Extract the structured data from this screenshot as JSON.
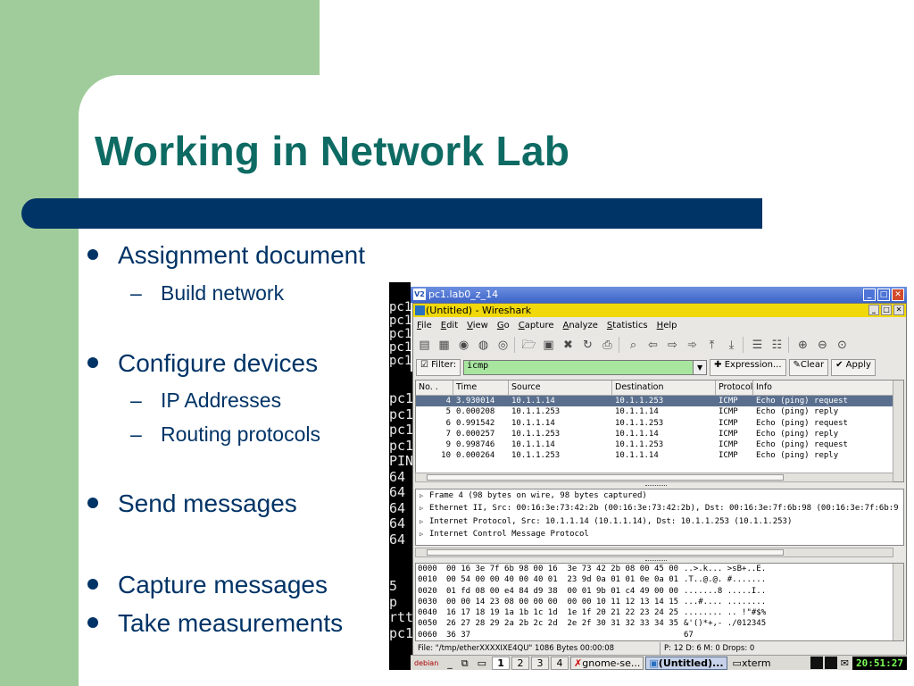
{
  "slide": {
    "title": "Working in Network Lab",
    "bullets": [
      {
        "text": "Assignment document",
        "subs": [
          "Build network"
        ]
      },
      {
        "text": "Configure devices",
        "subs": [
          "IP Addresses",
          "Routing protocols"
        ]
      },
      {
        "text": "Send messages",
        "subs": []
      },
      {
        "text": "Capture messages",
        "subs": []
      },
      {
        "text": "Take measurements",
        "subs": []
      }
    ],
    "colors": {
      "accent": "#0e6b63",
      "bar": "#003366",
      "strip": "#9fcc9a"
    }
  },
  "terminal_back": {
    "lines": [
      "pc1",
      "pc1",
      "pc1",
      "pc1",
      "pc1"
    ]
  },
  "terminal_front": {
    "lines": [
      "pc1",
      "pc1",
      "pc1",
      "pc1",
      "PIN",
      "64",
      "64",
      "64",
      "64",
      "64",
      "",
      "",
      "5 p",
      "rtt",
      "pc1"
    ]
  },
  "outer_window": {
    "title": "pc1.lab0_z_14",
    "icon": "vnc-icon"
  },
  "wireshark": {
    "title": "(Untitled) - Wireshark",
    "menu": [
      "File",
      "Edit",
      "View",
      "Go",
      "Capture",
      "Analyze",
      "Statistics",
      "Help"
    ],
    "toolbar_icons": [
      "interfaces-icon",
      "options-icon",
      "start-icon",
      "stop-icon",
      "restart-icon",
      "open-icon",
      "save-icon",
      "close-file-icon",
      "reload-icon",
      "print-icon",
      "find-icon",
      "back-icon",
      "forward-icon",
      "goto-icon",
      "first-icon",
      "last-icon",
      "colorize-icon",
      "autoscroll-icon",
      "zoom-in-icon",
      "zoom-out-icon",
      "zoom-normal-icon"
    ],
    "filter": {
      "label": "Filter:",
      "value": "icmp",
      "expression": "Expression...",
      "clear": "Clear",
      "apply": "Apply"
    },
    "columns": [
      "No. .",
      "Time",
      "Source",
      "Destination",
      "Protocol",
      "Info"
    ],
    "packets": [
      {
        "no": "4",
        "time": "3.930014",
        "src": "10.1.1.14",
        "dst": "10.1.1.253",
        "proto": "ICMP",
        "info": "Echo (ping) request",
        "selected": true
      },
      {
        "no": "5",
        "time": "0.000208",
        "src": "10.1.1.253",
        "dst": "10.1.1.14",
        "proto": "ICMP",
        "info": "Echo (ping) reply",
        "selected": false
      },
      {
        "no": "6",
        "time": "0.991542",
        "src": "10.1.1.14",
        "dst": "10.1.1.253",
        "proto": "ICMP",
        "info": "Echo (ping) request",
        "selected": false
      },
      {
        "no": "7",
        "time": "0.000257",
        "src": "10.1.1.253",
        "dst": "10.1.1.14",
        "proto": "ICMP",
        "info": "Echo (ping) reply",
        "selected": false
      },
      {
        "no": "9",
        "time": "0.998746",
        "src": "10.1.1.14",
        "dst": "10.1.1.253",
        "proto": "ICMP",
        "info": "Echo (ping) request",
        "selected": false
      },
      {
        "no": "10",
        "time": "0.000264",
        "src": "10.1.1.253",
        "dst": "10.1.1.14",
        "proto": "ICMP",
        "info": "Echo (ping) reply",
        "selected": false
      }
    ],
    "details": [
      "Frame 4 (98 bytes on wire, 98 bytes captured)",
      "Ethernet II, Src: 00:16:3e:73:42:2b (00:16:3e:73:42:2b), Dst: 00:16:3e:7f:6b:98 (00:16:3e:7f:6b:9",
      "Internet Protocol, Src: 10.1.1.14 (10.1.1.14), Dst: 10.1.1.253 (10.1.1.253)",
      "Internet Control Message Protocol"
    ],
    "hex": [
      {
        "off": "0000",
        "bytes": "00 16 3e 7f 6b 98 00 16  3e 73 42 2b 08 00 45 00",
        "ascii": "..>.k... >sB+..E."
      },
      {
        "off": "0010",
        "bytes": "00 54 00 00 40 00 40 01  23 9d 0a 01 01 0e 0a 01",
        "ascii": ".T..@.@. #......."
      },
      {
        "off": "0020",
        "bytes": "01 fd 08 00 e4 84 d9 38  00 01 9b 01 c4 49 00 00",
        "ascii": ".......8 .....I.."
      },
      {
        "off": "0030",
        "bytes": "00 00 14 23 08 00 00 00  00 00 10 11 12 13 14 15",
        "ascii": "...#.... ........"
      },
      {
        "off": "0040",
        "bytes": "16 17 18 19 1a 1b 1c 1d  1e 1f 20 21 22 23 24 25",
        "ascii": "........ .. !\"#$%"
      },
      {
        "off": "0050",
        "bytes": "26 27 28 29 2a 2b 2c 2d  2e 2f 30 31 32 33 34 35",
        "ascii": "&'()*+,- ./012345"
      },
      {
        "off": "0060",
        "bytes": "36 37",
        "ascii": "67"
      }
    ],
    "status_file": "File: \"/tmp/etherXXXXIXE4QU\" 1086 Bytes 00:00:08",
    "status_counts": "P: 12 D: 6 M: 0 Drops: 0"
  },
  "taskbar": {
    "debian": "debian",
    "workspaces": [
      "1",
      "2",
      "3",
      "4"
    ],
    "tasks": [
      "gnome-se...",
      "(Untitled)...",
      "xterm"
    ],
    "clock": "20:51:27"
  }
}
